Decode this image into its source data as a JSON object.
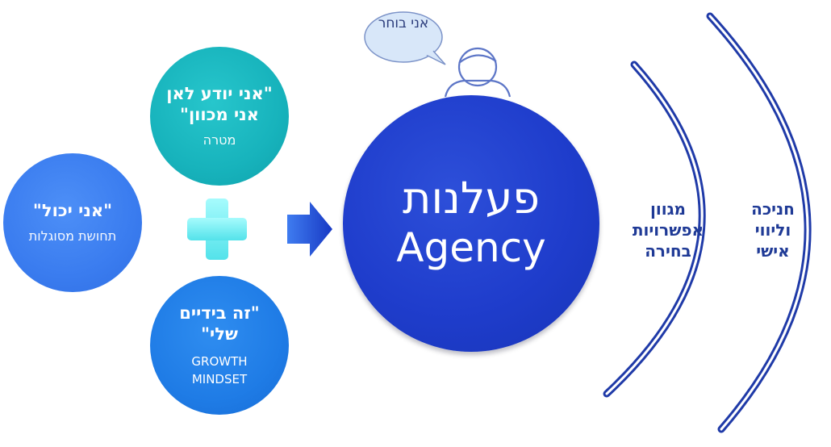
{
  "center": {
    "hebrew": "פעלנות",
    "english": "Agency"
  },
  "goal_circle": {
    "quote": "\"אני יודע לאן אני מכוון\"",
    "label": "מטרה"
  },
  "can_circle": {
    "quote": "\"אני יכול\"",
    "label": "תחושת מסוגלות"
  },
  "growth_circle": {
    "quote": "\"זה בידיים שלי\"",
    "label": "GROWTH MINDSET"
  },
  "speech_bubble": {
    "text": "אני בוחר"
  },
  "inner_ring": {
    "label": "מגוון אפשרויות בחירה"
  },
  "outer_ring": {
    "label": "חניכה וליווי אישי"
  },
  "colors": {
    "agency": "#1f3dcc",
    "goal": "#17b3bc",
    "can": "#3a7cef",
    "growth": "#1f7ce6",
    "plus": "#7ff3f7",
    "arrow": "#1f4fd1",
    "ring": "#1f3aa8",
    "ring_text": "#1f3a96"
  },
  "icons": [
    "plus-icon",
    "right-arrow-icon",
    "person-icon",
    "speech-bubble-icon"
  ]
}
